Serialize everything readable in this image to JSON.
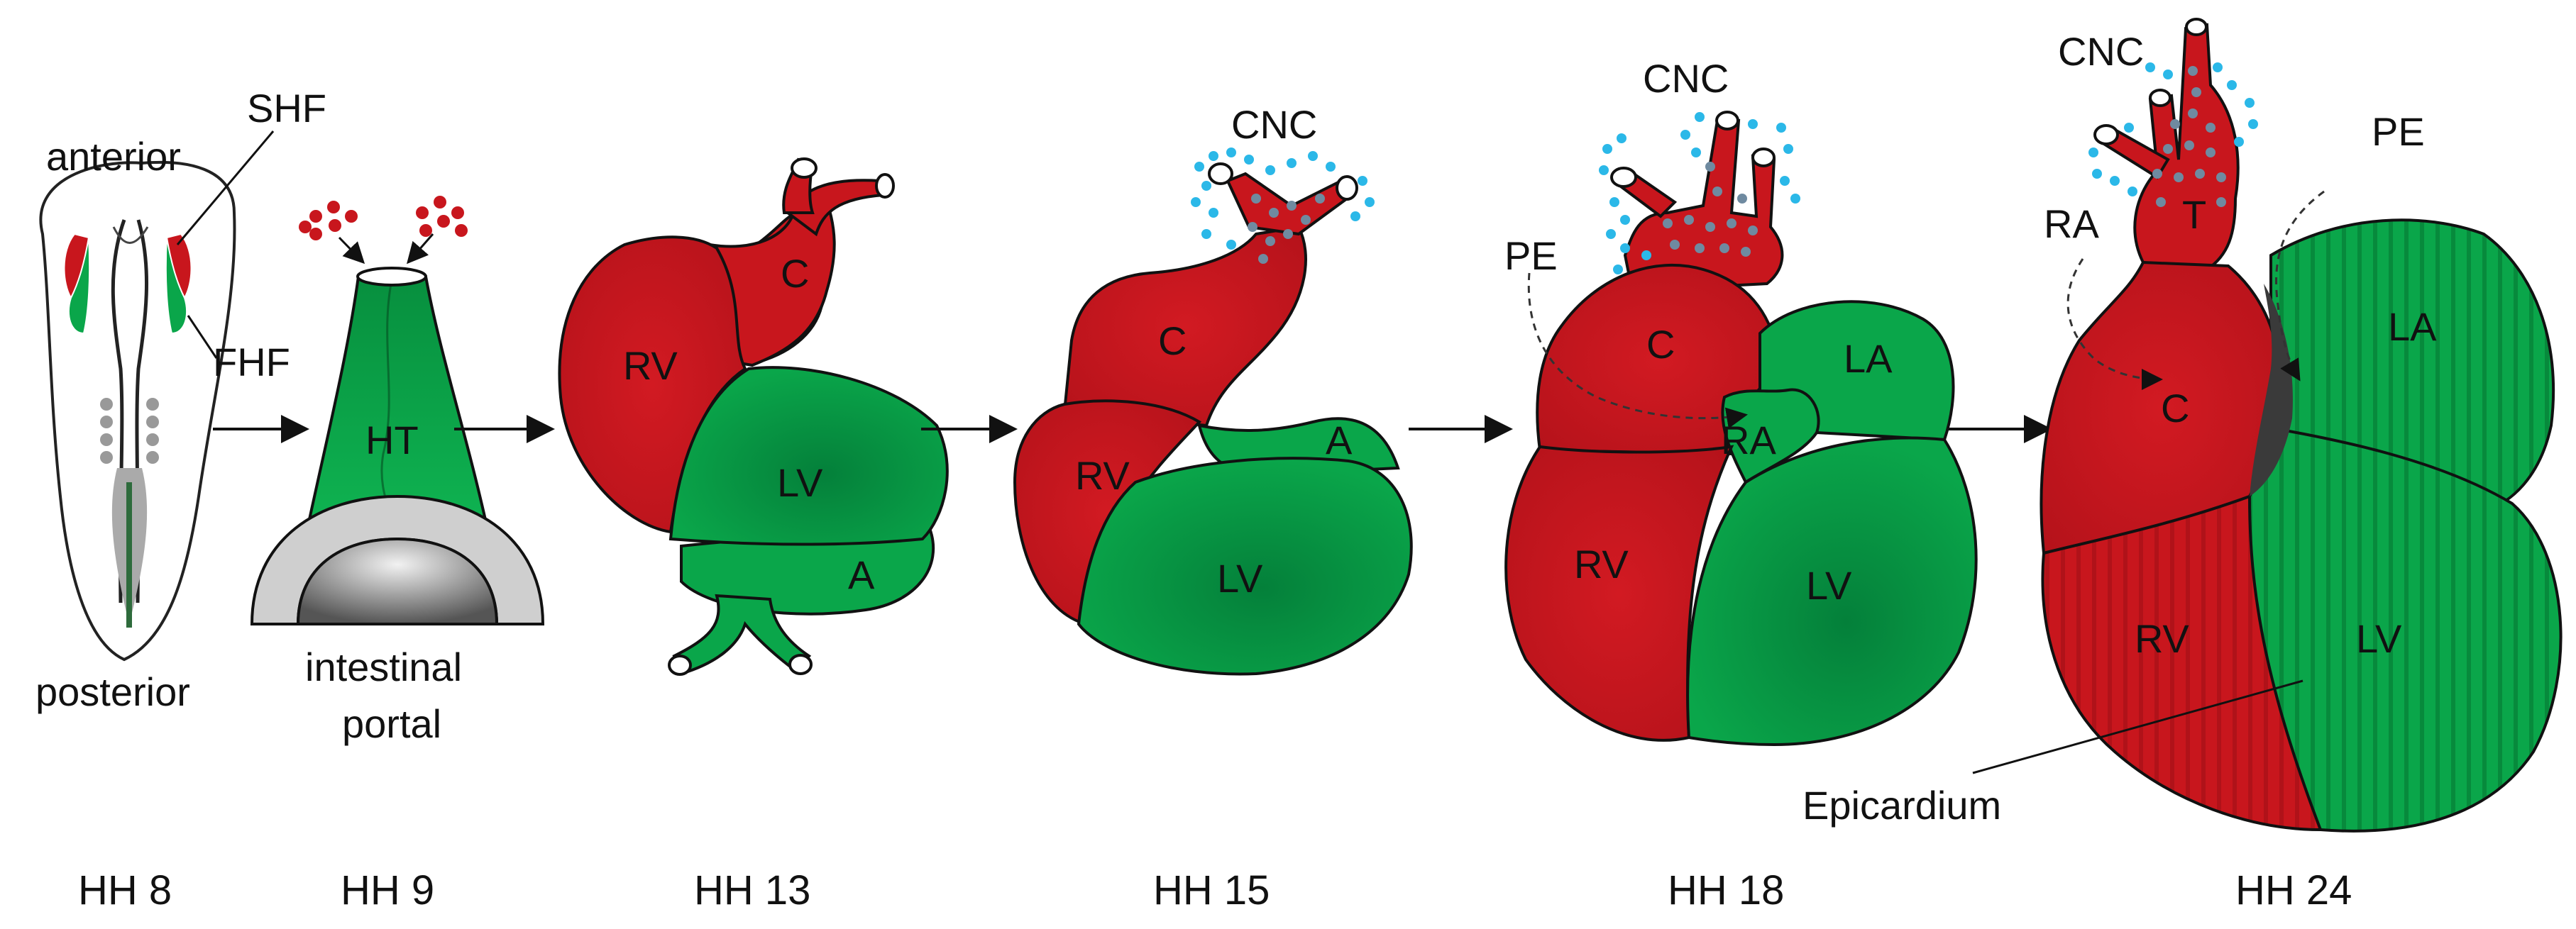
{
  "colors": {
    "red": "#c8161d",
    "red_dark": "#8f0f13",
    "green": "#0aa64a",
    "green_dark": "#056b2e",
    "cnc_cyan": "#2bb8e8",
    "cnc_grey": "#6f8aa0",
    "grey_tissue": "#bdbdbd"
  },
  "stages": [
    {
      "key": "hh8",
      "label": "HH 8"
    },
    {
      "key": "hh9",
      "label": "HH 9"
    },
    {
      "key": "hh13",
      "label": "HH 13"
    },
    {
      "key": "hh15",
      "label": "HH 15"
    },
    {
      "key": "hh18",
      "label": "HH 18"
    },
    {
      "key": "hh24",
      "label": "HH 24"
    }
  ],
  "labels": {
    "anterior": "anterior",
    "posterior": "posterior",
    "shf": "SHF",
    "fhf": "FHF",
    "ht": "HT",
    "intestinal": "intestinal",
    "portal": "portal",
    "hh13": {
      "rv": "RV",
      "c": "C",
      "lv": "LV",
      "a": "A"
    },
    "hh15": {
      "cnc": "CNC",
      "c": "C",
      "rv": "RV",
      "a": "A",
      "lv": "LV"
    },
    "hh18": {
      "cnc": "CNC",
      "pe": "PE",
      "c": "C",
      "la": "LA",
      "ra": "RA",
      "rv": "RV",
      "lv": "LV"
    },
    "hh24": {
      "cnc": "CNC",
      "pe": "PE",
      "ra": "RA",
      "t": "T",
      "c": "C",
      "la": "LA",
      "rv": "RV",
      "lv": "LV",
      "epicardium": "Epicardium"
    }
  }
}
